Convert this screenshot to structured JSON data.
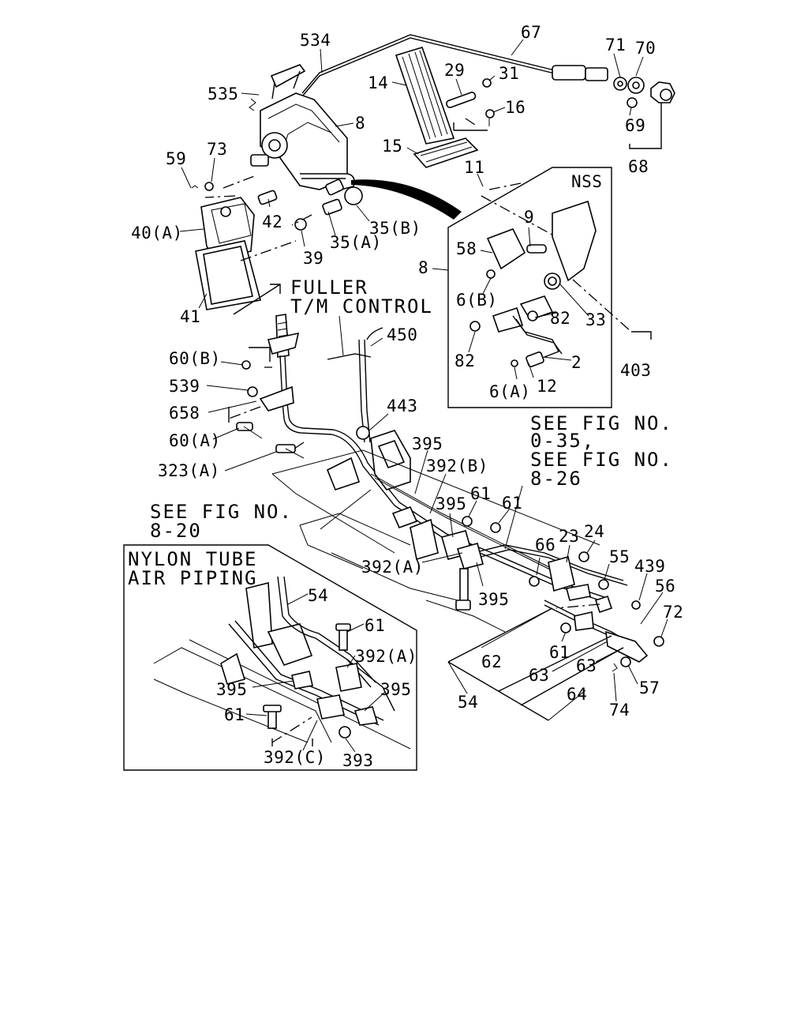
{
  "labels": {
    "l534": "534",
    "l67": "67",
    "l71": "71",
    "l70": "70",
    "l535": "535",
    "l29": "29",
    "l31": "31",
    "l14": "14",
    "l16": "16",
    "l8a": "8",
    "l69": "69",
    "l68": "68",
    "l59": "59",
    "l73": "73",
    "l15": "15",
    "l11": "11",
    "lnss": "NSS",
    "l42": "42",
    "l9": "9",
    "l40a": "40(A)",
    "l35b": "35(B)",
    "l58": "58",
    "l39": "39",
    "l35a": "35(A)",
    "l8b": "8",
    "l6b": "6(B)",
    "l33": "33",
    "l82a": "82",
    "l41": "41",
    "l82b": "82",
    "l2": "2",
    "l403": "403",
    "l12": "12",
    "l6a": "6(A)",
    "l450": "450",
    "l60b": "60(B)",
    "l539": "539",
    "l443": "443",
    "l658": "658",
    "l60a": "60(A)",
    "l395a": "395",
    "l323a": "323(A)",
    "l392b": "392(B)",
    "l61a": "61",
    "l395b": "395",
    "l61b": "61",
    "l66": "66",
    "l23": "23",
    "l24": "24",
    "l392a": "392(A)",
    "l55": "55",
    "l439": "439",
    "l395c": "395",
    "l56": "56",
    "l54a": "54",
    "l61c": "61",
    "l72": "72",
    "l392a2": "392(A)",
    "l61d": "61",
    "l62": "62",
    "l63a": "63",
    "l63b": "63",
    "l395d": "395",
    "l395e": "395",
    "l57": "57",
    "l54b": "54",
    "l64": "64",
    "l61e": "61",
    "l74": "74",
    "l392c": "392(C)",
    "l393": "393"
  },
  "notes": {
    "fuller_1": "FULLER",
    "fuller_2": "T/M CONTROL",
    "see_fig_1": "SEE FIG NO.",
    "see_fig_1b": "0-35,",
    "see_fig_2": "SEE FIG NO.",
    "see_fig_2b": "8-26",
    "see_fig_3": "SEE FIG NO.",
    "see_fig_3b": "8-20",
    "nylon_1": "NYLON TUBE",
    "nylon_2": "AIR PIPING"
  }
}
